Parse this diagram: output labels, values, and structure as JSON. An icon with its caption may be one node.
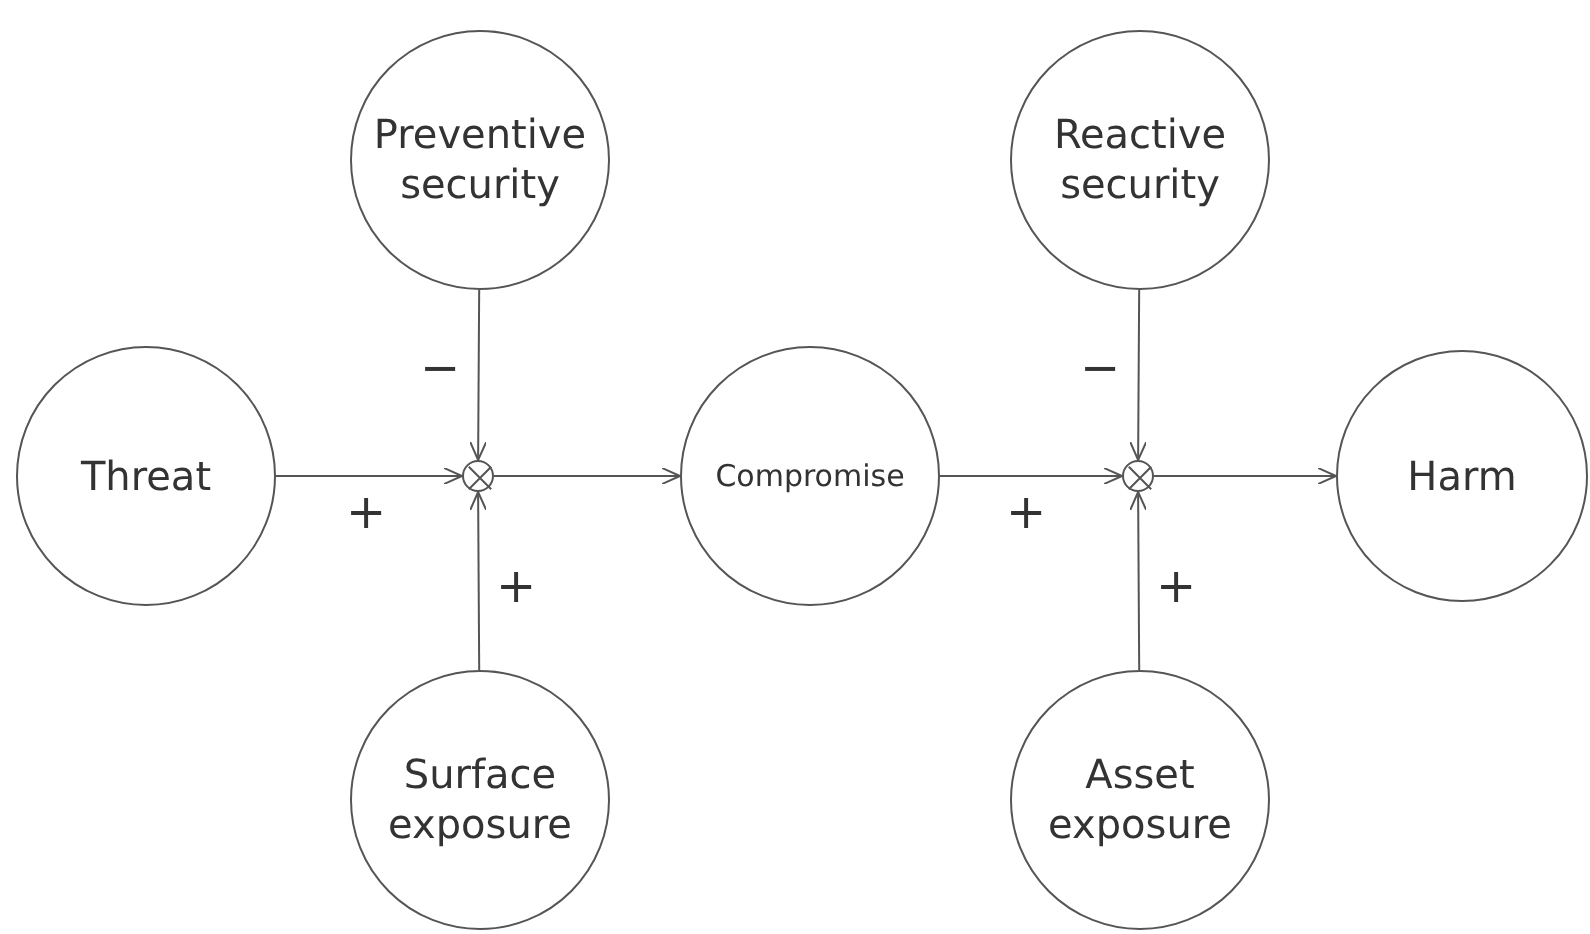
{
  "diagram": {
    "nodes": [
      {
        "text": [
          "Preventive security"
        ]
      },
      {
        "text": [
          "Reactive security"
        ]
      },
      {
        "text": [
          "Threat"
        ]
      },
      {
        "text": [],
        "shape": "circle"
      },
      {
        "text": [
          "Compromise"
        ]
      },
      {
        "text": [],
        "shape": "circle"
      },
      {
        "text": [
          "Harm"
        ]
      },
      {
        "text": [
          "Surface exposure"
        ]
      },
      {
        "text": [
          "Asset exposure"
        ]
      }
    ],
    "edges": [
      {
        "from": 2,
        "to": 3,
        "arrow": "to",
        "label": "+"
      },
      {
        "from": 0,
        "to": 3,
        "arrow": "to",
        "label": "−"
      },
      {
        "from": 7,
        "to": 3,
        "arrow": "to",
        "label": "+"
      },
      {
        "from": 3,
        "to": 4,
        "arrow": "to"
      },
      {
        "from": 4,
        "to": 5,
        "arrow": "to",
        "label": "+"
      },
      {
        "from": 1,
        "to": 5,
        "arrow": "to",
        "label": "−"
      },
      {
        "from": 8,
        "to": 5,
        "arrow": "to",
        "label": "+"
      },
      {
        "from": 5,
        "to": 6,
        "arrow": "to"
      }
    ]
  }
}
